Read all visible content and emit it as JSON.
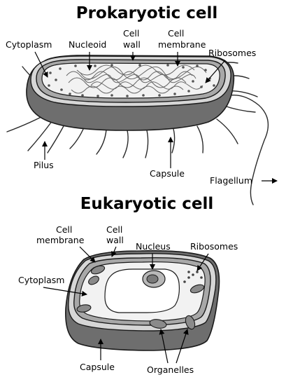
{
  "prokaryotic": {
    "title": "Prokaryotic cell",
    "labels": {
      "cytoplasm": "Cytoplasm",
      "nucleoid": "Nucleoid",
      "cell_wall_1": "Cell",
      "cell_wall_2": "wall",
      "cell_membrane_1": "Cell",
      "cell_membrane_2": "membrane",
      "ribosomes": "Ribosomes",
      "pilus": "Pilus",
      "capsule": "Capsule",
      "flagellum": "Flagellum"
    }
  },
  "eukaryotic": {
    "title": "Eukaryotic cell",
    "labels": {
      "cell_membrane_1": "Cell",
      "cell_membrane_2": "membrane",
      "cell_wall_1": "Cell",
      "cell_wall_2": "wall",
      "nucleus": "Nucleus",
      "ribosomes": "Ribosomes",
      "cytoplasm": "Cytoplasm",
      "capsule": "Capsule",
      "organelles": "Organelles"
    }
  }
}
